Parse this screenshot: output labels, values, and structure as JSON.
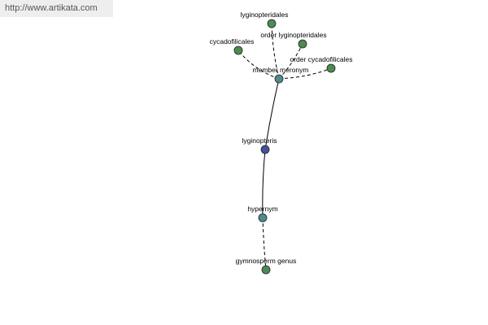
{
  "watermark": "http://www.artikata.com",
  "colors": {
    "synset": "#4e8a52",
    "relation": "#4f8a8c",
    "focus": "#46509a"
  },
  "nodes": {
    "lyginopteridales": "lyginopteridales",
    "order_lyginopteridales": "order lyginopteridales",
    "cycadofilicales": "cycadofilicales",
    "order_cycadofilicales": "order cycadofilicales",
    "member_meronym": "member meronym",
    "lyginopteris": "lyginopteris",
    "hypernym": "hypernym",
    "gymnosperm_genus": "gymnosperm genus"
  }
}
